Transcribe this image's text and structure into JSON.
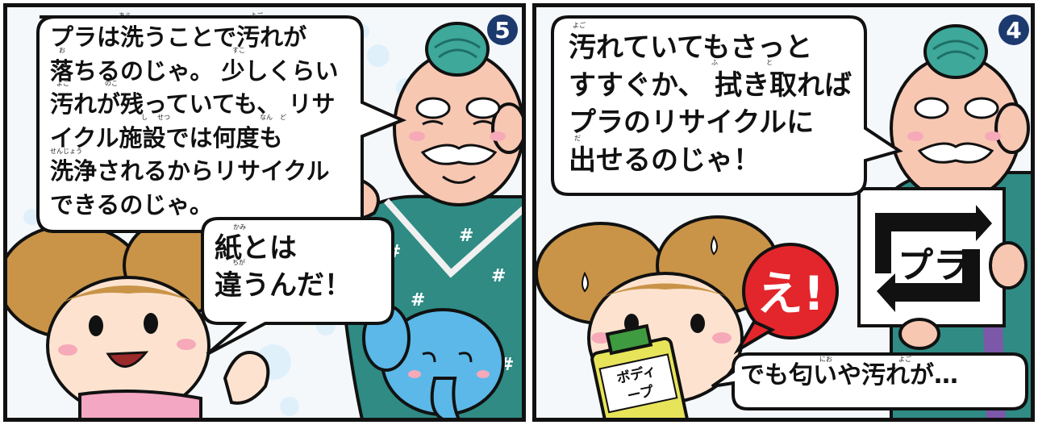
{
  "panels": [
    {
      "number": "5",
      "speech": [
        "プラは洗うことで汚れが",
        "落ちるのじゃ。 少しくらい",
        "汚れが残っていても、 リサ",
        "イクル施設では何度も",
        "洗浄されるからリサイクル",
        "できるのじゃ。"
      ],
      "reply": [
        "紙とは",
        "違うんだ！"
      ],
      "ruby": [
        "あら",
        "よご",
        "お",
        "すこ",
        "よご",
        "のこ",
        "し",
        "せつ",
        "なん",
        "ど",
        "せんじょう",
        "かみ",
        "ちが"
      ]
    },
    {
      "number": "4",
      "speech": [
        "汚れていてもさっと",
        "すすぐか、 拭き取れば",
        "プラのリサイクルに",
        "出せるのじゃ！"
      ],
      "exclaim": "え!",
      "bottle_label": [
        "ボディ",
        "ープ"
      ],
      "recycle_mark": "プラ",
      "bottom_speech": "でも匂いや汚れが…",
      "ruby": [
        "よご",
        "ふ",
        "と",
        "だ",
        "にお",
        "よご"
      ]
    }
  ],
  "colors": {
    "accent_badge": "#1d3a6e",
    "exclaim_red": "#e3262b",
    "hair_brown": "#c99448",
    "kimono_teal": "#2f8b84",
    "elephant_blue": "#5bb8e8"
  }
}
